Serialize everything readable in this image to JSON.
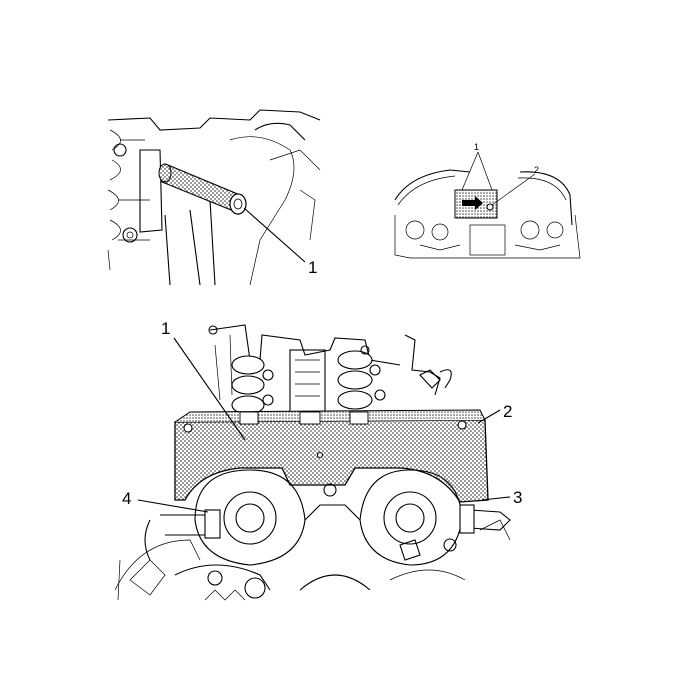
{
  "figure": {
    "panels": [
      {
        "id": "top-left",
        "description_icon": "tube-tool-on-engine",
        "callouts": [
          "1"
        ]
      },
      {
        "id": "top-right",
        "description_icon": "engine-overview-locator",
        "callouts": [
          "1",
          "2"
        ]
      },
      {
        "id": "bottom",
        "description_icon": "camshaft-locking-plate-on-cylinder-head",
        "callouts": [
          "1",
          "2",
          "3",
          "4"
        ]
      }
    ]
  },
  "colors": {
    "line": "#000000",
    "background": "#ffffff",
    "stipple": "#555555"
  }
}
